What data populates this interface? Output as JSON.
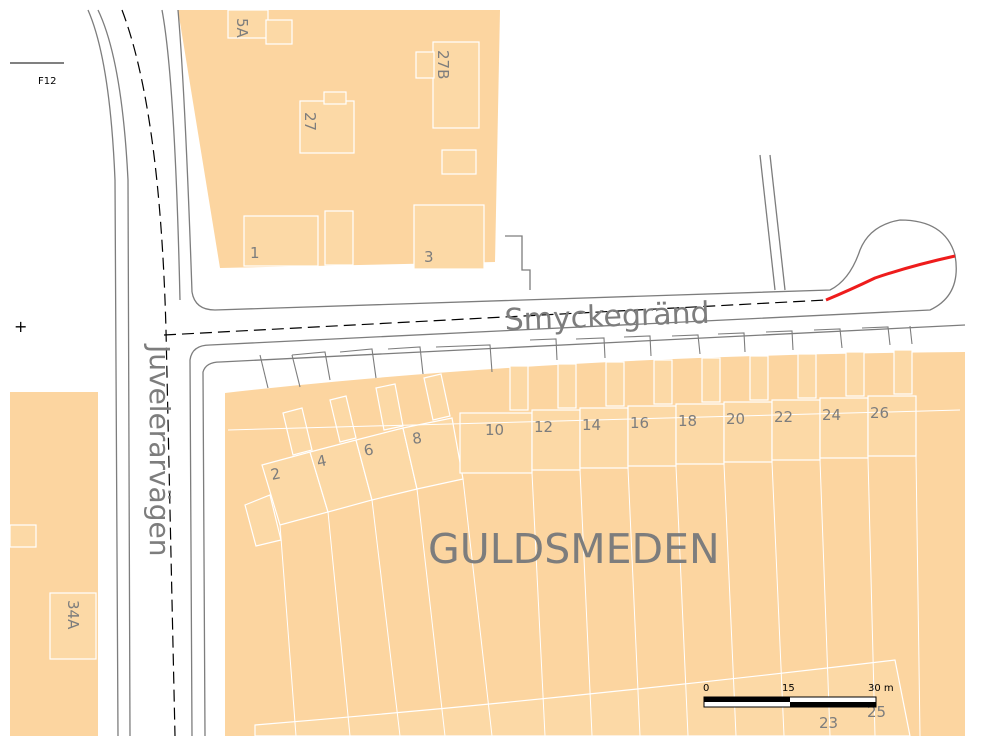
{
  "colors": {
    "parcel": "#fcd5a0",
    "building": "#fcd9a6",
    "label": "#7d7d7d",
    "road_edge": "#7d7d7d",
    "highlight": "#ee1c1c"
  },
  "map": {
    "sheet_code": "F12",
    "district_label": "GULDSMEDEN",
    "street_labels": {
      "smyckegrand": "Smyckegränd",
      "juvelerarvagen": "Juvelerarvägen"
    },
    "house_numbers_north": [
      "5A",
      "27B",
      "27",
      "1",
      "3"
    ],
    "house_numbers_south": [
      "2",
      "4",
      "6",
      "8",
      "10",
      "12",
      "14",
      "16",
      "18",
      "20",
      "22",
      "24",
      "26"
    ],
    "house_numbers_other": [
      "34A",
      "23",
      "25"
    ],
    "marker_symbol": "+"
  },
  "scale_bar": {
    "labels": [
      "0",
      "15",
      "30 m"
    ]
  }
}
